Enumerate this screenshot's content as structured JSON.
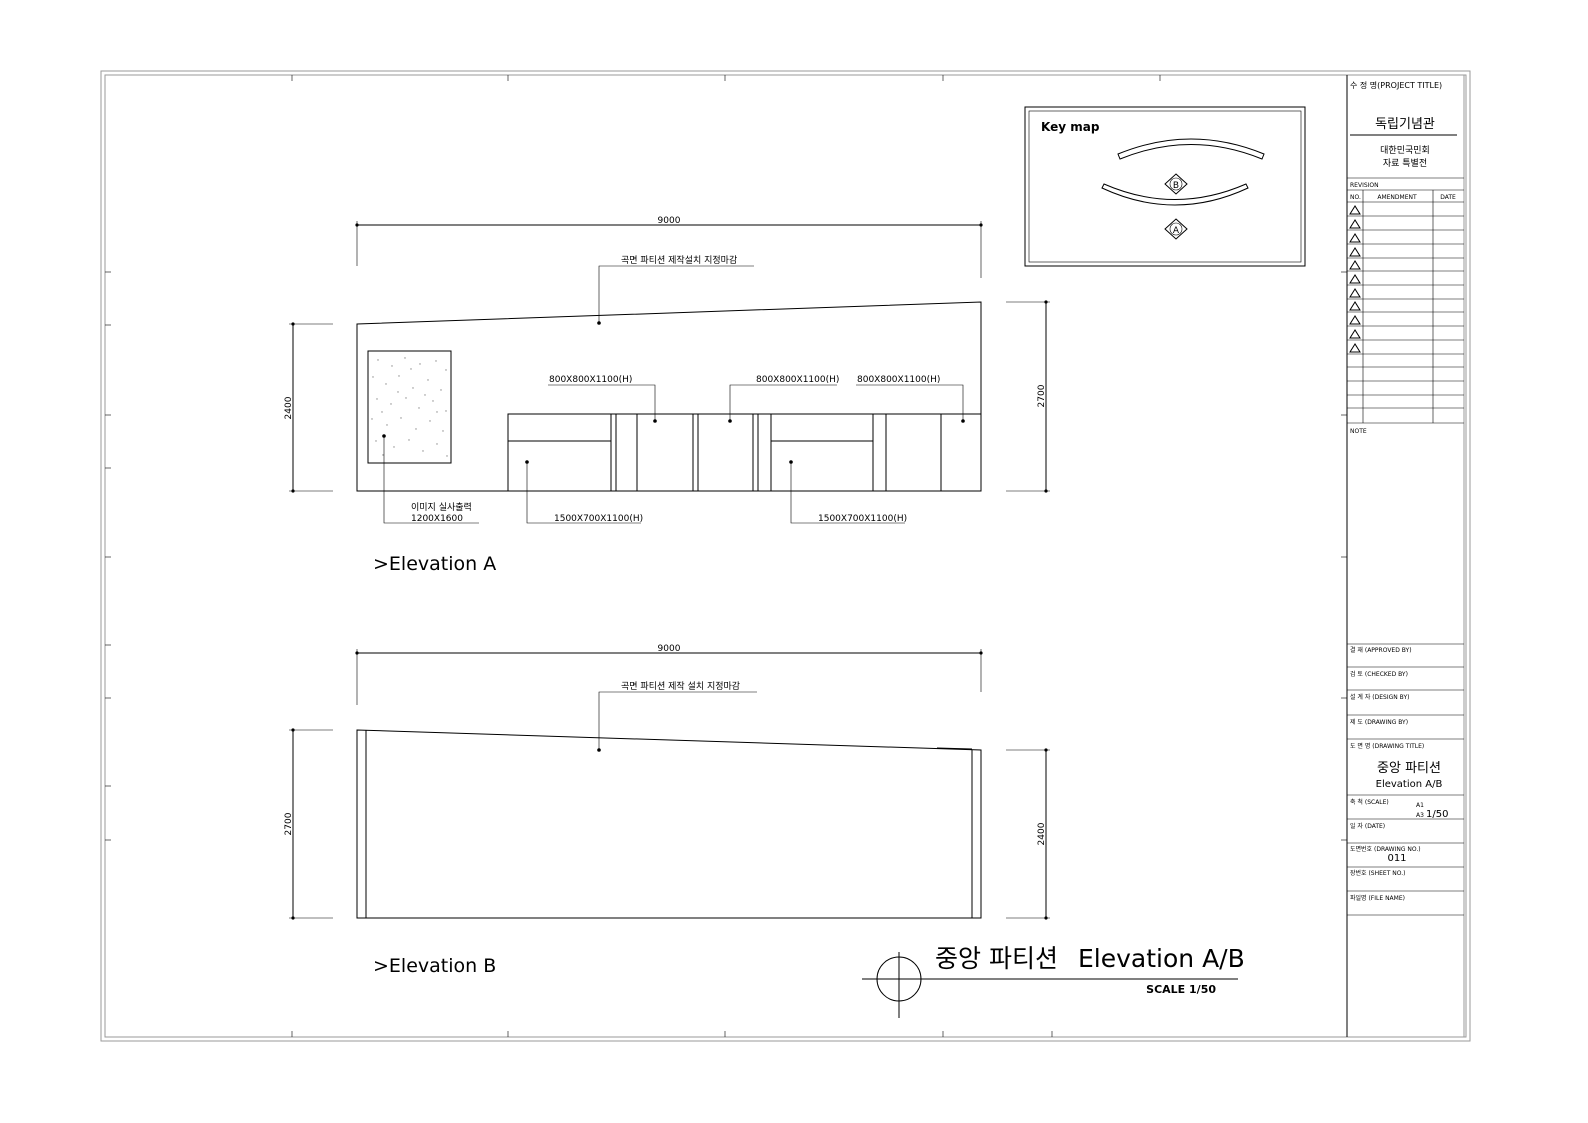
{
  "drawing": {
    "title_korean": "중앙 파티션",
    "title_latin": "Elevation A/B",
    "scale": "SCALE 1/50"
  },
  "keymap": {
    "label": "Key map",
    "marker_a": "A",
    "marker_b": "B"
  },
  "elevation_a": {
    "label": ">Elevation A",
    "dim_width": "9000",
    "dim_left_height": "2400",
    "dim_right_height": "2700",
    "finish_note": "곡면 파티션 제작설치 지정마감",
    "image_note_line1": "이미지 실사출력",
    "image_note_line2": "1200X1600",
    "case_small_1": "800X800X1100(H)",
    "case_small_2": "800X800X1100(H)",
    "case_small_3": "800X800X1100(H)",
    "case_large_1": "1500X700X1100(H)",
    "case_large_2": "1500X700X1100(H)"
  },
  "elevation_b": {
    "label": ">Elevation B",
    "dim_width": "9000",
    "dim_left_height": "2700",
    "dim_right_height": "2400",
    "finish_note": "곡면 파티션 제작 설치 지정마감"
  },
  "title_block": {
    "project_title_label": "수 정 명(PROJECT TITLE)",
    "project_name": "독립기념관",
    "project_sub_line1": "대한민국민회",
    "project_sub_line2": "자료 특별전",
    "revision_label": "REVISION",
    "col_no": "NO.",
    "col_amendment": "AMENDMENT",
    "col_date": "DATE",
    "note_label": "NOTE",
    "approved_label": "결 재 (APPROVED BY)",
    "checked_label": "검 토 (CHECKED BY)",
    "design_label": "설 계 자 (DESIGN BY)",
    "drawing_by_label": "제 도 (DRAWING BY)",
    "drawing_title_label": "도 면 명 (DRAWING TITLE)",
    "drawing_title_korean": "중앙 파티션",
    "drawing_title_latin": "Elevation A/B",
    "scale_label": "축 척 (SCALE)",
    "scale_a1": "A1",
    "scale_a3": "A3",
    "scale_value": "1/50",
    "date_label": "일 자 (DATE)",
    "drawing_no_label": "도면번호 (DRAWING NO.)",
    "drawing_no": "011",
    "sheet_no_label": "장번호 (SHEET NO.)",
    "file_name_label": "파일명 (FILE NAME)"
  }
}
